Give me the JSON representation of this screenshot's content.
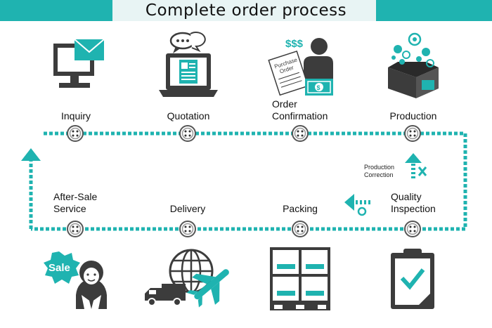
{
  "title": "Complete order process",
  "colors": {
    "accent": "#1fb3b0",
    "dark": "#3c3c3c",
    "banner": "#1fb3b0"
  },
  "steps_top": [
    {
      "label": "Inquiry",
      "icon": "computer-mail-icon"
    },
    {
      "label": "Quotation",
      "icon": "laptop-document-icon"
    },
    {
      "label_line1": "Order",
      "label_line2": "Confirmation",
      "icon": "purchase-order-icon"
    },
    {
      "label": "Production",
      "icon": "product-box-icon"
    }
  ],
  "steps_bottom": [
    {
      "label_line1": "After-Sale",
      "label_line2": "Service",
      "icon": "sale-support-icon"
    },
    {
      "label": "Delivery",
      "icon": "globe-truck-plane-icon"
    },
    {
      "label": "Packing",
      "icon": "stacked-boxes-icon"
    },
    {
      "label_line1": "Quality",
      "label_line2": "Inspection",
      "icon": "clipboard-check-icon"
    }
  ],
  "correction": {
    "line1": "Production",
    "line2": "Correction"
  },
  "icon_text": {
    "money": "$$$",
    "po_line1": "Purchase",
    "po_line2": "Order",
    "sale": "Sale",
    "dollar": "$"
  }
}
